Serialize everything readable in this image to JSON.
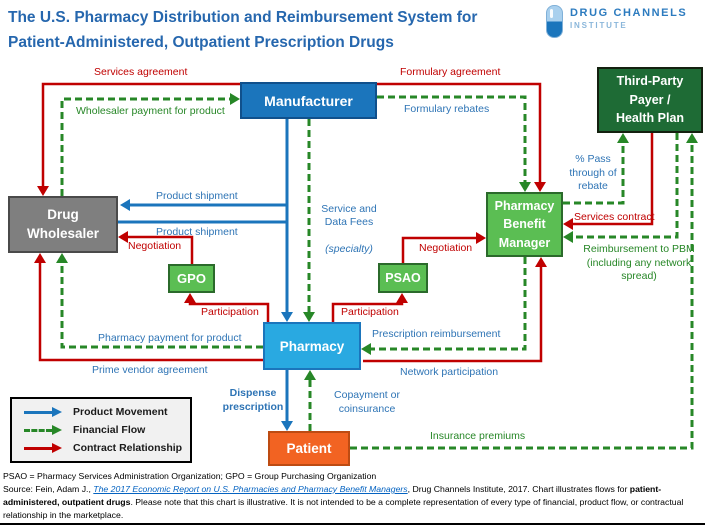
{
  "title": "The U.S. Pharmacy Distribution and Reimbursement System for\nPatient-Administered, Outpatient Prescription Drugs",
  "logo": {
    "brand": "DRUG CHANNELS",
    "sub": "INSTITUTE"
  },
  "nodes": {
    "manufacturer": "Manufacturer",
    "third_party_payer": "Third-Party\nPayer /\nHealth Plan",
    "drug_wholesaler": "Drug\nWholesaler",
    "gpo": "GPO",
    "psao": "PSAO",
    "pbm": "Pharmacy\nBenefit\nManager",
    "pharmacy": "Pharmacy",
    "patient": "Patient"
  },
  "edge_labels": {
    "services_agreement": "Services agreement",
    "wholesaler_payment": "Wholesaler payment for product",
    "formulary_agreement": "Formulary agreement",
    "formulary_rebates": "Formulary rebates",
    "product_shipment_top": "Product shipment",
    "product_shipment_bottom": "Product shipment",
    "negotiation_gpo": "Negotiation",
    "negotiation_psao": "Negotiation",
    "service_data_fees": "Service and\nData Fees",
    "service_data_fees_note": "(specialty)",
    "pass_through": "% Pass\nthrough of\nrebate",
    "services_contract": "Services contract",
    "reimbursement_pbm": "Reimbursement to PBM\n(including any network\nspread)",
    "participation_gpo": "Participation",
    "participation_psao": "Participation",
    "pharmacy_payment": "Pharmacy payment for product",
    "prime_vendor": "Prime vendor agreement",
    "prescription_reimbursement": "Prescription reimbursement",
    "network_participation": "Network participation",
    "dispense": "Dispense\nprescription",
    "copayment": "Copayment or\ncoinsurance",
    "insurance_premiums": "Insurance premiums"
  },
  "legend": {
    "product": "Product Movement",
    "financial": "Financial Flow",
    "contract": "Contract Relationship"
  },
  "footnotes": {
    "abbrev": "PSAO = Pharmacy Services Administration Organization; GPO = Group Purchasing Organization",
    "source_prefix": "Source: Fein, Adam J., ",
    "source_link": "The 2017 Economic Report on U.S. Pharmacies and Pharmacy Benefit Managers",
    "source_mid": ", Drug Channels Institute, 2017. Chart illustrates flows for ",
    "source_bold": "patient-administered, outpatient drugs",
    "source_rest": ". Please note that this chart is illustrative. It is not intended to be a complete representation of every type of financial, product flow, or contractual relationship in the marketplace."
  },
  "colors": {
    "product_movement": "#1B75BC",
    "financial_flow": "#278727",
    "contract_relationship": "#C00000",
    "title_blue": "#2667AE",
    "payer_green": "#1E6B35",
    "channel_green": "#5BBE53",
    "wholesaler_gray": "#7F7F7F",
    "pharmacy_blue": "#29A9E1",
    "patient_orange": "#F26322"
  }
}
